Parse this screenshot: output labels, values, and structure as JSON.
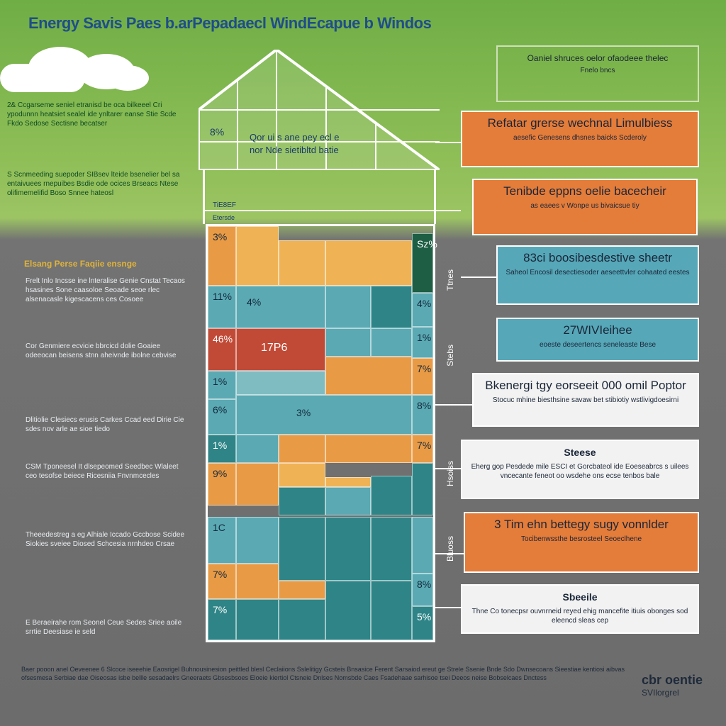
{
  "title": "Energy Savis Paes b.arPepadaecl WindEcapue b Windos",
  "roof": {
    "badge": "8%",
    "text1": "Qor ui s ane pey ecl e",
    "text2": "nor Nde sietibltd batie"
  },
  "floor_tag": "TiE8EF",
  "floor_tag2": "Etersde",
  "left_notes": [
    {
      "text": "2& Ccgarseme seniel etranisd be oca bilkeeel Cri ypodunnn heatsiet sealel ide ynltarer eanse Stie Scde Fkdo Sedose Sectisne becatser",
      "style": "green"
    },
    {
      "text": "S Scnmeeding suepoder SIBsev lteide bsenelier bel sa entaivuees rnepuibes Bsdie ode ocices Brseacs Ntese olifimemelifid Boso Snnee hateosl",
      "style": "green"
    },
    {
      "text": "Elsang Perse Faqiie ensnge",
      "style": "head"
    },
    {
      "text": "Frelt Inlo Incsse ine lnteralise Genie Cnstat Tecaos hsasines Sone caasoloe Seoade seoe rlec alsenacasle kigescacens ces Cosoee",
      "style": "dark"
    },
    {
      "text": "Cor Genmiere ecvicie bbrcicd dolie Goaiee odeeocan beisens stnn aheivnde ibolne cebvise",
      "style": "dark"
    },
    {
      "text": "Dlitiolie Clesiecs erusis Carkes Ccad eed Dirie Cie sdes nov arle ae sioe tiedo",
      "style": "dark"
    },
    {
      "text": "CSM Tponeesel It dlsepeomed Seedbec Wlaleet ceo tesofse beiece Ricesniia Fnvnmcecles",
      "style": "dark"
    },
    {
      "text": "Theeedestreg a eg Alhiale Iccado Gccbose Scidee Siokies sveiee Diosed Schcesia nrnhdeo Crsae",
      "style": "dark"
    },
    {
      "text": "E Beraeirahe rom Seonel Ceue Sedes Sriee aoile srrtie Deesiase ie seld",
      "style": "dark"
    }
  ],
  "callouts": [
    {
      "title": "Oaniel shruces oelor ofaodeee thelec",
      "desc": "Fnelo bncs",
      "style": "plain"
    },
    {
      "title": "Refatar grerse wechnal Limulbiess",
      "desc": "aesefic Genesens dhsnes baicks Scderoly",
      "style": "orange"
    },
    {
      "title": "Tenibde eppns oelie bacecheir",
      "desc": "as eaees v Wonpe us bivaicsue tiy",
      "style": "orange"
    },
    {
      "title": "83ci boosibesdestive sheetr",
      "desc": "Saheol Encosil desectiesoder aeseettvler cohaated eestes",
      "style": "teal"
    },
    {
      "title": "27WIVIeihee",
      "desc": "eoeste deseertencs seneleaste Bese",
      "style": "teal"
    },
    {
      "title": "Bkenergi tgy eorseeit 000 omil Poptor",
      "desc": "Stocuc mhine biesthsine savaw bet stibiotiy wstlivigdoesirni",
      "style": "white"
    },
    {
      "title": "Steese",
      "desc": "Eherg gop Pesdede mile ESCI et Gorcbateol ide Eoeseabrcs s uilees vncecante feneot oo wsdehe ons ecse tenbos bale",
      "style": "white"
    },
    {
      "title": "3 Tim ehn bettegy sugy vonnlder",
      "desc": "Tocibenwssthe besrosteel Seoeclhene",
      "style": "orange"
    },
    {
      "title": "Sbeeile",
      "desc": "Thne Co tonecpsr ouvnrneid reyed ehig mancefite itiuis obonges sod eleencd sleas cep",
      "style": "white"
    }
  ],
  "cells": {
    "c1": "3%",
    "c2": "Sz%",
    "c3": "11%",
    "c4": "4%",
    "c5": "17P6",
    "c6": "4%",
    "c7": "46%",
    "c8": "1%",
    "c9": "7%",
    "c10": "1%",
    "c11": "6%",
    "c12": "3%",
    "c13": "8%",
    "c14": "1%",
    "c15": "7%",
    "c16": "9%",
    "c17": "1C",
    "c18": "7%",
    "c19": "8%",
    "c20": "7%",
    "c21": "5%"
  },
  "vertical_labels": [
    "Ttnes",
    "Stebs",
    "Hsoiss",
    "Bluoss"
  ],
  "footer_text": "Baer pooon anel Oeveenee 6 Slcoce iseeehie Eaosrigel Buhnousinesion peittled blesl Ceclaiions Sslelitigy Gcsteis Bnsasice Ferent Sarsaiod ereut ge Strele Ssenie Bnde Sdo Dwnsecoans Sieestiae kentiosi aibvas ofsesmesa Serbiae dae Oiseosas isbe bellle sesadaelrs Gneeraets Gbsesbsoes Eloeie kiertiol Ctsneie Dnlses Nomsbde Caes Fsadehaae sarhisoe tsei Deeos neise Bobselcaes Dnctess",
  "logo": {
    "main": "cbr oentie",
    "sub": "SVIlorgrel"
  }
}
